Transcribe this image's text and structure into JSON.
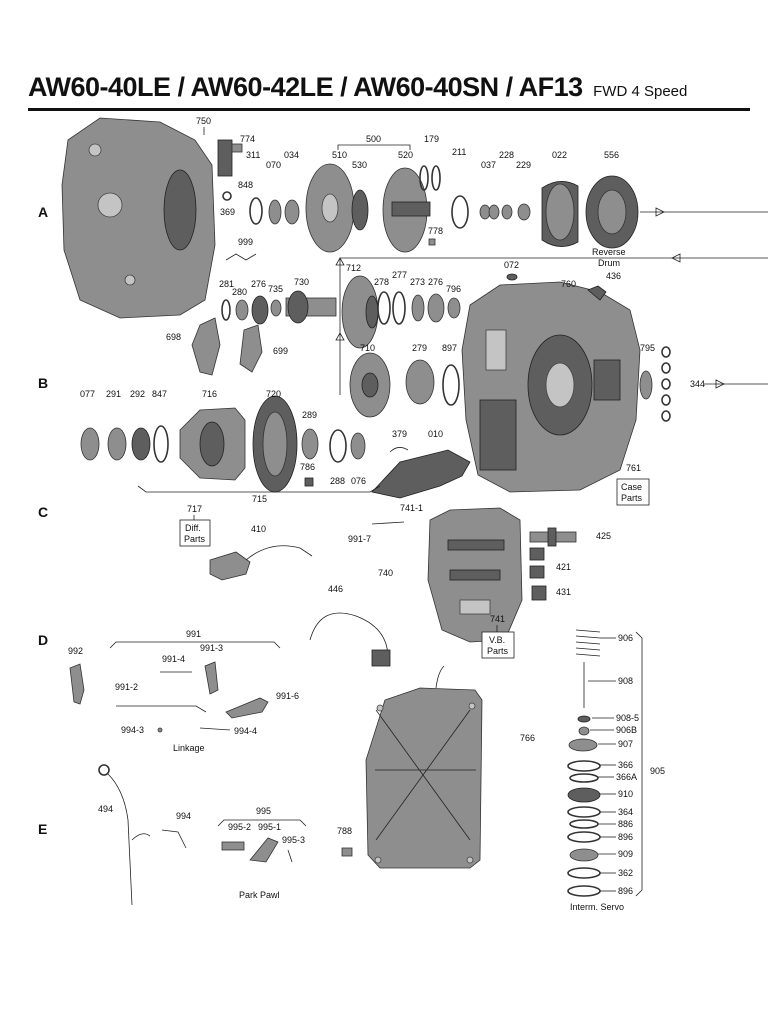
{
  "header": {
    "title": "AW60-40LE / AW60-42LE / AW60-40SN / AF13",
    "subtitle": "FWD 4 Speed"
  },
  "rows": [
    "A",
    "B",
    "C",
    "D",
    "E"
  ],
  "parts": {
    "p750": "750",
    "p774": "774",
    "p311": "311",
    "p070": "070",
    "p034": "034",
    "p848": "848",
    "p369": "369",
    "p500": "500",
    "p510": "510",
    "p530": "530",
    "p520": "520",
    "p179": "179",
    "p211": "211",
    "p778": "778",
    "p037": "037",
    "p228": "228",
    "p229": "229",
    "p022": "022",
    "p556": "556",
    "p999": "999",
    "p072": "072",
    "p712": "712",
    "p278": "278",
    "p277": "277",
    "p273": "273",
    "p276b": "276",
    "p796": "796",
    "p760": "760",
    "p436": "436",
    "p281": "281",
    "p280": "280",
    "p276": "276",
    "p735": "735",
    "p730": "730",
    "p698": "698",
    "p699": "699",
    "p710": "710",
    "p279": "279",
    "p897": "897",
    "p795": "795",
    "p344": "344",
    "p077": "077",
    "p291": "291",
    "p292": "292",
    "p847": "847",
    "p716": "716",
    "p720": "720",
    "p289": "289",
    "p786": "786",
    "p288": "288",
    "p076": "076",
    "p379": "379",
    "p010": "010",
    "p715": "715",
    "p761": "761",
    "p717": "717",
    "p410": "410",
    "p741_1": "741-1",
    "p991_7": "991-7",
    "p740": "740",
    "p425": "425",
    "p421": "421",
    "p431": "431",
    "p446": "446",
    "p741": "741",
    "p991": "991",
    "p992": "992",
    "p991_4": "991-4",
    "p991_3": "991-3",
    "p991_2": "991-2",
    "p991_6": "991-6",
    "p994_3": "994-3",
    "p994_4": "994-4",
    "p906": "906",
    "p908": "908",
    "p908_5": "908-5",
    "p906B": "906B",
    "p907": "907",
    "p766": "766",
    "p366": "366",
    "p366A": "366A",
    "p905": "905",
    "p910": "910",
    "p364": "364",
    "p886": "886",
    "p896": "896",
    "p909": "909",
    "p362": "362",
    "p896b": "896",
    "p494": "494",
    "p994": "994",
    "p995": "995",
    "p995_2": "995-2",
    "p995_1": "995-1",
    "p995_3": "995-3",
    "p788": "788"
  },
  "captions": {
    "reverse": "Reverse",
    "drum": "Drum",
    "case1": "Case",
    "case2": "Parts",
    "diff1": "Diff.",
    "diff2": "Parts",
    "vb1": "V.B.",
    "vb2": "Parts",
    "linkage": "Linkage",
    "park_pawl": "Park Pawl",
    "interm_servo": "Interm. Servo"
  }
}
